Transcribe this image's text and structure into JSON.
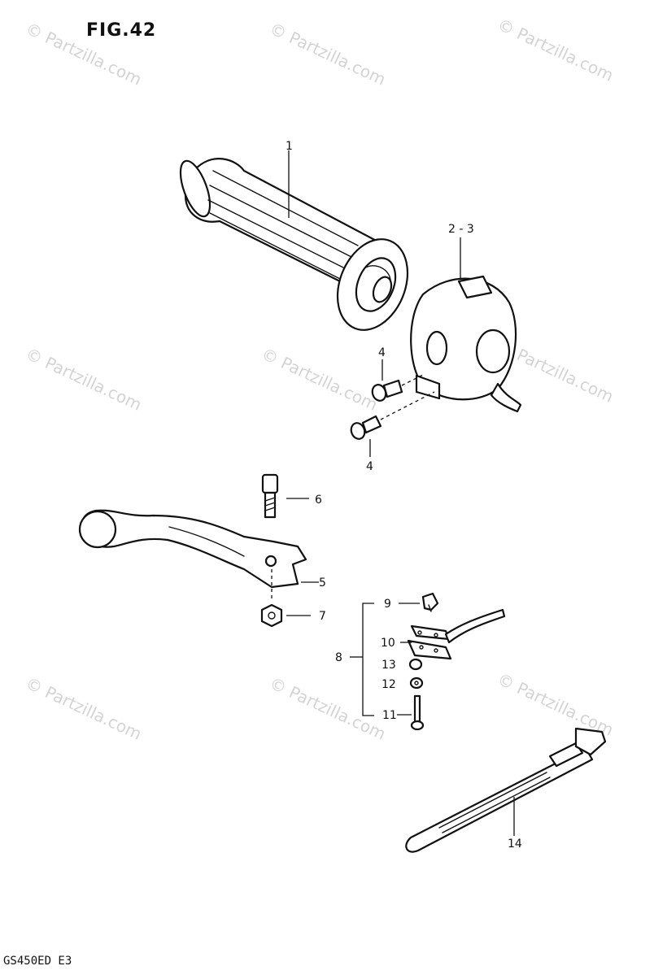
{
  "figure": {
    "title": "FIG.42",
    "model_code": "GS450ED E3"
  },
  "watermark": {
    "text": "© Partzilla.com",
    "color": "#d4d4d4"
  },
  "callouts": {
    "grip": "1",
    "switch_housing": "2 - 3",
    "screw_upper": "4",
    "screw_lower": "4",
    "lever": "5",
    "lever_bolt": "6",
    "lever_nut": "7",
    "holder_assembly": "8",
    "holder_bolt": "9",
    "holder": "10",
    "holder_screw": "11",
    "lock_washer": "12",
    "washer": "13",
    "cable_tie": "14"
  },
  "colors": {
    "ink": "#111111",
    "background": "#ffffff"
  }
}
